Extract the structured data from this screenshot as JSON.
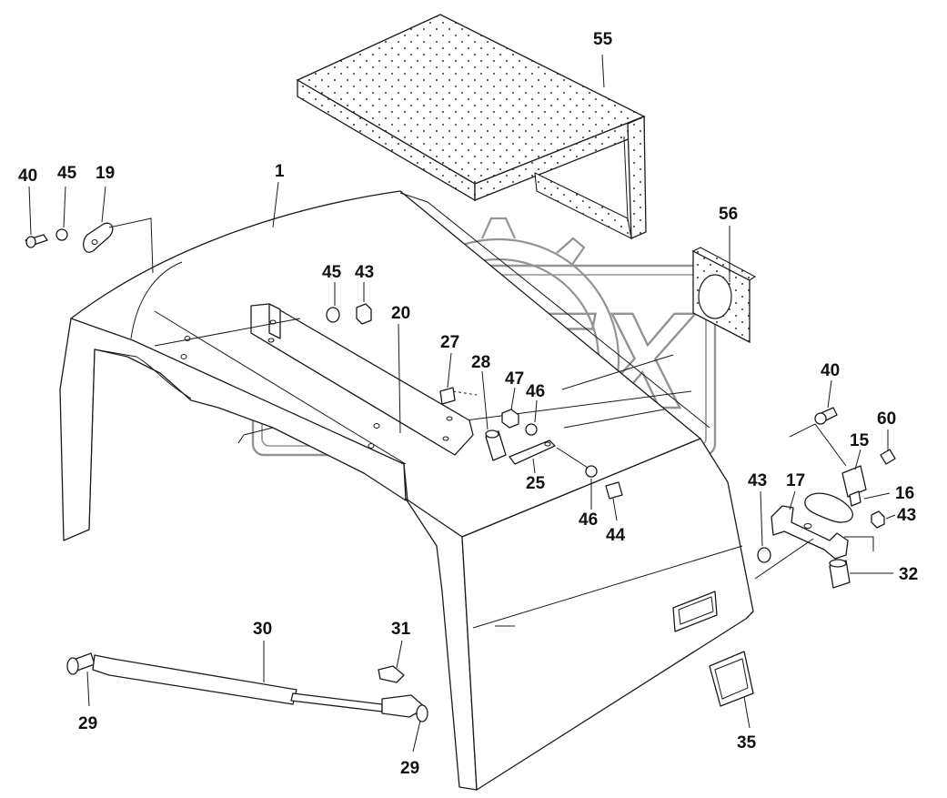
{
  "watermark": {
    "text": "OPEX"
  },
  "callouts": [
    {
      "id": "c55",
      "label": "55"
    },
    {
      "id": "c56",
      "label": "56"
    },
    {
      "id": "c40a",
      "label": "40"
    },
    {
      "id": "c45a",
      "label": "45"
    },
    {
      "id": "c19",
      "label": "19"
    },
    {
      "id": "c1",
      "label": "1"
    },
    {
      "id": "c45b",
      "label": "45"
    },
    {
      "id": "c43a",
      "label": "43"
    },
    {
      "id": "c20",
      "label": "20"
    },
    {
      "id": "c27",
      "label": "27"
    },
    {
      "id": "c28",
      "label": "28"
    },
    {
      "id": "c47",
      "label": "47"
    },
    {
      "id": "c46a",
      "label": "46"
    },
    {
      "id": "c25",
      "label": "25"
    },
    {
      "id": "c46b",
      "label": "46"
    },
    {
      "id": "c44",
      "label": "44"
    },
    {
      "id": "c40b",
      "label": "40"
    },
    {
      "id": "c60",
      "label": "60"
    },
    {
      "id": "c15",
      "label": "15"
    },
    {
      "id": "c16",
      "label": "16"
    },
    {
      "id": "c43b",
      "label": "43"
    },
    {
      "id": "c43c",
      "label": "43"
    },
    {
      "id": "c17",
      "label": "17"
    },
    {
      "id": "c32",
      "label": "32"
    },
    {
      "id": "c30",
      "label": "30"
    },
    {
      "id": "c31",
      "label": "31"
    },
    {
      "id": "c29a",
      "label": "29"
    },
    {
      "id": "c29b",
      "label": "29"
    },
    {
      "id": "c35",
      "label": "35"
    }
  ]
}
